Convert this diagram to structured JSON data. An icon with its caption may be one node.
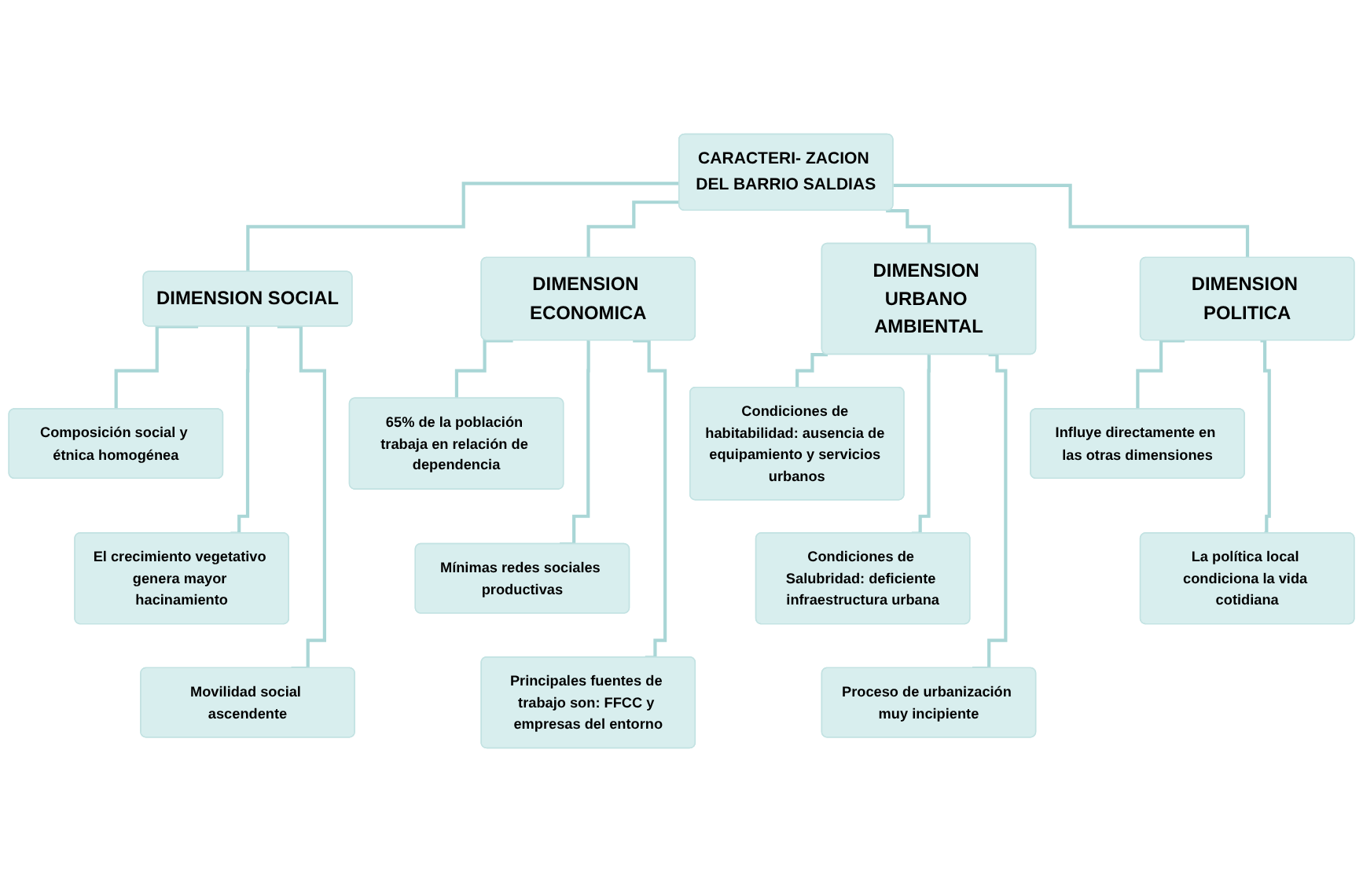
{
  "diagram": {
    "nodes": [
      {
        "text": [
          "CARACTERI- ZACION DEL BARRIO SALDIAS"
        ]
      },
      {
        "text": [
          "DIMENSION SOCIAL"
        ]
      },
      {
        "text": [
          "DIMENSION ECONOMICA"
        ]
      },
      {
        "text": [
          "DIMENSION URBANO AMBIENTAL"
        ]
      },
      {
        "text": [
          "DIMENSION POLITICA"
        ]
      },
      {
        "text": [
          "Composición social y étnica homogénea"
        ]
      },
      {
        "text": [
          "El crecimiento vegetativo genera mayor hacinamiento"
        ]
      },
      {
        "text": [
          "Movilidad social ascendente"
        ]
      },
      {
        "text": [
          "65% de la población trabaja en relación de dependencia"
        ]
      },
      {
        "text": [
          "Mínimas redes sociales productivas"
        ]
      },
      {
        "text": [
          "Principales fuentes de trabajo son: FFCC y empresas del entorno"
        ]
      },
      {
        "text": [
          "Condiciones de habitabilidad: ausencia de equipamiento y servicios urbanos"
        ]
      },
      {
        "text": [
          "Condiciones de Salubridad: deficiente infraestructura urbana"
        ]
      },
      {
        "text": [
          "Proceso de urbanización muy incipiente"
        ]
      },
      {
        "text": [
          "Influye directamente en las otras dimensiones"
        ]
      },
      {
        "text": [
          "La política local condiciona la vida cotidiana"
        ]
      }
    ],
    "edges": [
      {
        "from": 0,
        "to": 1,
        "arrow": "none"
      },
      {
        "from": 0,
        "to": 2,
        "arrow": "none"
      },
      {
        "from": 0,
        "to": 3,
        "arrow": "none"
      },
      {
        "from": 0,
        "to": 4,
        "arrow": "none"
      },
      {
        "from": 1,
        "to": 5,
        "arrow": "none"
      },
      {
        "from": 1,
        "to": 6,
        "arrow": "none"
      },
      {
        "from": 1,
        "to": 7,
        "arrow": "none"
      },
      {
        "from": 2,
        "to": 8,
        "arrow": "none"
      },
      {
        "from": 2,
        "to": 9,
        "arrow": "none"
      },
      {
        "from": 2,
        "to": 10,
        "arrow": "none"
      },
      {
        "from": 3,
        "to": 11,
        "arrow": "none"
      },
      {
        "from": 3,
        "to": 12,
        "arrow": "none"
      },
      {
        "from": 3,
        "to": 13,
        "arrow": "none"
      },
      {
        "from": 4,
        "to": 14,
        "arrow": "none"
      },
      {
        "from": 4,
        "to": 15,
        "arrow": "none"
      }
    ]
  }
}
